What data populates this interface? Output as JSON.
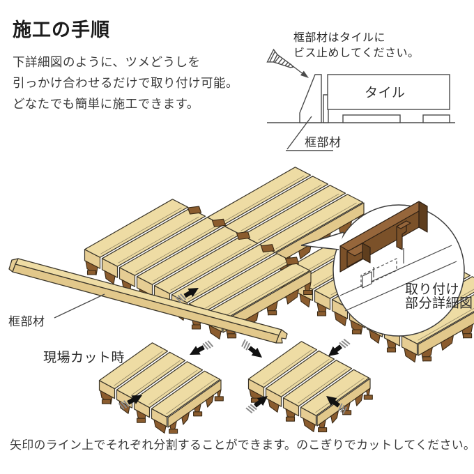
{
  "header": {
    "title": "施工の手順",
    "instructions": [
      "下詳細図のように、ツメどうしを",
      "引っかけ合わせるだけで取り付け可能。",
      "どなたでも簡単に施工できます。"
    ]
  },
  "cross_section": {
    "note_line1": "框部材はタイルに",
    "note_line2": "ビス止めしてください。",
    "tile_label": "タイル",
    "edge_label": "框部材"
  },
  "edge_strip": {
    "label": "框部材"
  },
  "detail_inset": {
    "caption_line1": "取り付け",
    "caption_line2": "部分詳細図"
  },
  "cut_section": {
    "label": "現場カット時"
  },
  "footer": {
    "note": "矢印のライン上でそれぞれ分割することができます。のこぎりでカットしてください。"
  },
  "colors": {
    "background": "#ffffff",
    "wood_top": "#EEDCA4",
    "wood_side": "#E2C88B",
    "wood_end": "#E6CD93",
    "base_brown": "#8B5C2E",
    "base_dark": "#3A2A16",
    "outline": "#3B362A",
    "line_gray": "#4A4A4A",
    "arrow_black": "#111111",
    "hatch_gray": "#8A8A8A",
    "inset_brown_front": "#7B5129",
    "inset_brown_top": "#96663B",
    "inset_brown_dark": "#5F3E1E",
    "text_dark": "#2B2B2B"
  }
}
